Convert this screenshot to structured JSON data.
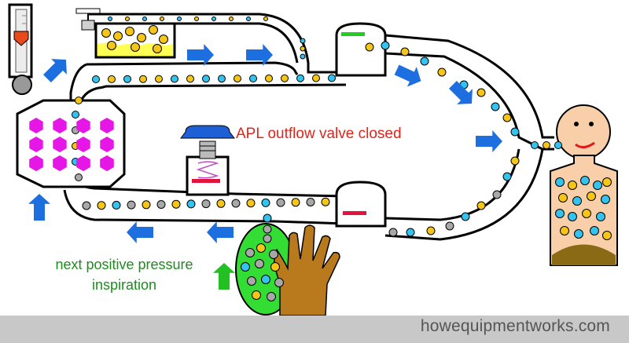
{
  "labels": {
    "apl_valve": "APL outflow valve closed",
    "inspiration_line1": "next positive pressure",
    "inspiration_line2": "inspiration"
  },
  "footer": {
    "site": "howequipmentworks.com"
  },
  "colors": {
    "oxygen_gas": "#33c3ee",
    "volatile_agent": "#f5c518",
    "co2": "#a8a8a8",
    "flow_arrow": "#1d6fe0",
    "squeeze_arrow": "#22c022",
    "valve_disc": "#e0143c",
    "open_valve_disc": "#22cc22",
    "soda_lime": "#e617e6",
    "bag": "#33dd33",
    "patient_skin": "#f8cfa8",
    "hand": "#b97a1e",
    "apl_cap": "#1f5fd6",
    "vaporizer_liquid": "#ffff55"
  },
  "icons": [
    "flow-arrow-icon",
    "squeeze-arrow-icon",
    "hand-icon",
    "patient-icon",
    "reservoir-bag-icon",
    "soda-lime-icon",
    "flowmeter-icon",
    "vaporizer-icon",
    "spring-icon"
  ]
}
